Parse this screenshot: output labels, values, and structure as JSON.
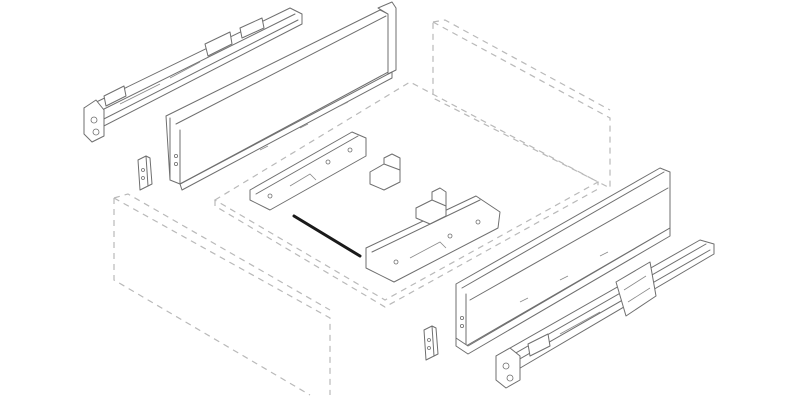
{
  "diagram": {
    "kind": "exploded-assembly",
    "parts": [
      "left-runner",
      "left-drawer-side",
      "left-front-bracket",
      "rear-panel",
      "bottom-panel",
      "rear-fixing-brackets",
      "connector-clips",
      "cross-stabiliser-rod",
      "right-drawer-side",
      "right-runner",
      "right-front-bracket",
      "front-panel"
    ]
  },
  "colors": {
    "background": "#ffffff",
    "outline": "#6f6f6f",
    "dashed": "#b9b9b9",
    "rod": "#1a1a1a"
  }
}
